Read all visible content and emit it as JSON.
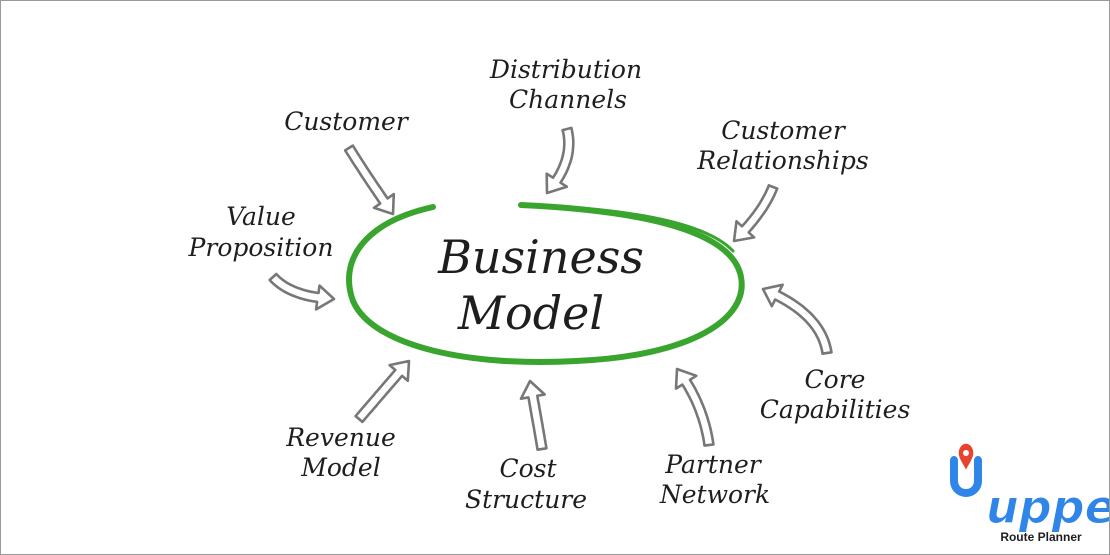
{
  "diagram": {
    "center": {
      "line1": "Business",
      "line2": "Model"
    },
    "labels": {
      "distribution_line1": "Distribution",
      "distribution_line2": "Channels",
      "customer": "Customer",
      "relationships_line1": "Customer",
      "relationships_line2": "Relationships",
      "value_line1": "Value",
      "value_line2": "Proposition",
      "capabilities_line1": "Core",
      "capabilities_line2": "Capabilities",
      "revenue_line1": "Revenue",
      "revenue_line2": "Model",
      "cost_line1": "Cost",
      "cost_line2": "Structure",
      "partner_line1": "Partner",
      "partner_line2": "Network"
    }
  },
  "brand": {
    "logo_word": "upper",
    "tagline": "Route Planner"
  },
  "colors": {
    "ellipse": "#3aa52e",
    "arrow_outline": "#777777",
    "text": "#1e1e1e",
    "brand_blue": "#2f86e8",
    "brand_red": "#e8432f"
  }
}
